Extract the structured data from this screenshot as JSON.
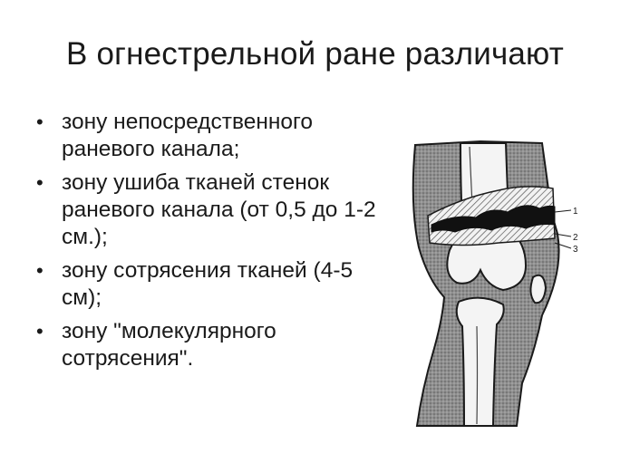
{
  "slide": {
    "title": "В огнестрельной ране различают",
    "bullets": [
      {
        "text": "зону непосредственного раневого канала;"
      },
      {
        "text": "зону ушиба тканей стенок раневого канала (от 0,5 до 1-2 см.);"
      },
      {
        "text": "зону сотрясения тканей (4-5 см);"
      },
      {
        "text": "зону \"молекулярного сотрясения\"."
      }
    ],
    "bullet_symbol": "•"
  },
  "figure": {
    "subject": "knee-joint-wound-channel-illustration",
    "labels": [
      "1",
      "2",
      "3"
    ]
  }
}
